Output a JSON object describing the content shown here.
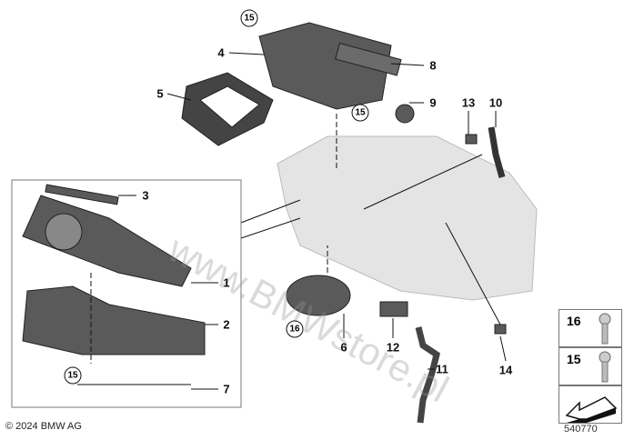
{
  "callouts": {
    "c4": "4",
    "c5": "5",
    "c8": "8",
    "c9": "9",
    "c13": "13",
    "c10": "10",
    "c3": "3",
    "c1": "1",
    "c2": "2",
    "c6": "6",
    "c12": "12",
    "c11": "11",
    "c14": "14",
    "c7": "7"
  },
  "circled": {
    "top": "15",
    "mid": "15",
    "left": "15",
    "fan": "16"
  },
  "legend": [
    {
      "label": "16"
    },
    {
      "label": "15"
    }
  ],
  "copyright": "© 2024 BMW AG",
  "diagram_number": "540770",
  "watermark": "www.BMWstore.pl"
}
